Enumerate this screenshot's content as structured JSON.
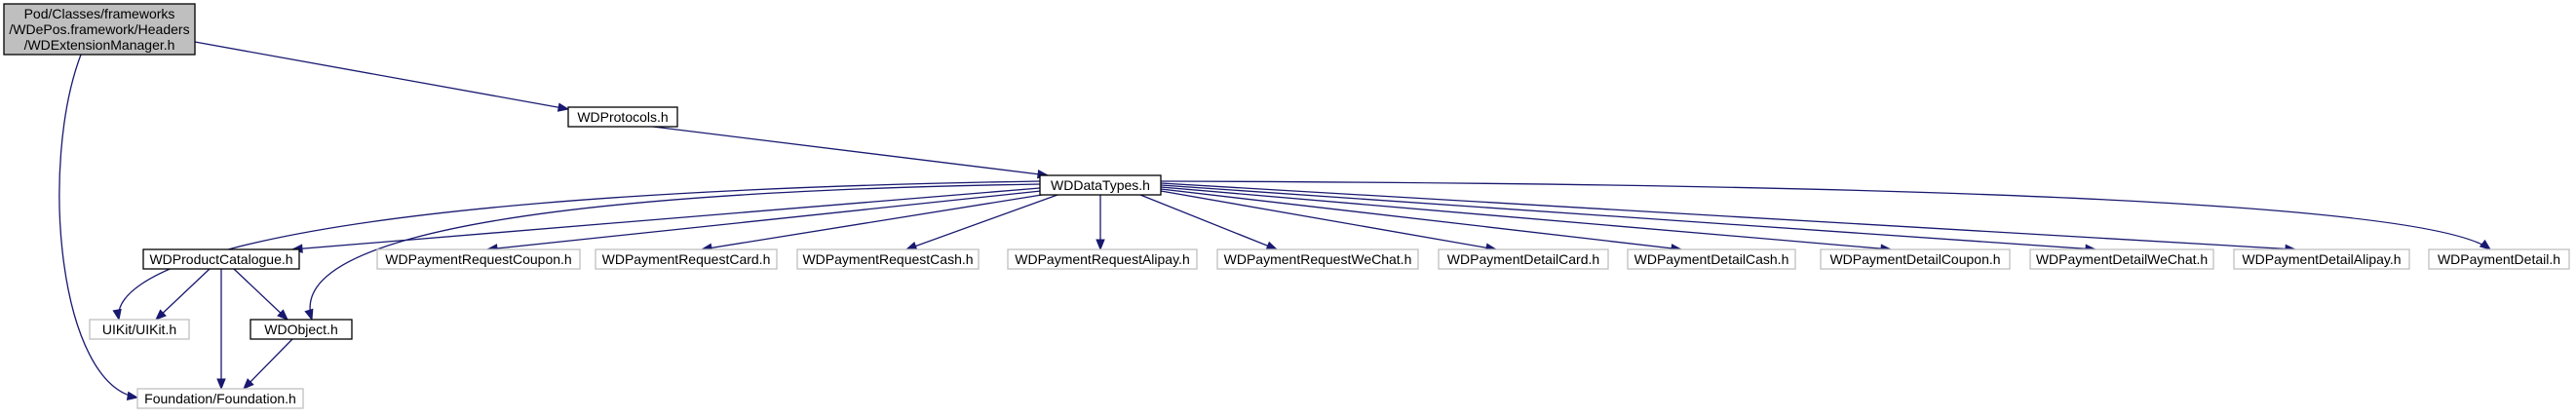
{
  "colors": {
    "edge": "#191970",
    "root_fill": "#bfbfbf",
    "root_border": "#000000",
    "documented_border": "#000000",
    "external_border": "#bfbfbf",
    "external_text": "#000000"
  },
  "graph": {
    "nodes": [
      {
        "id": "root",
        "kind": "root",
        "lines": [
          "Pod/Classes/frameworks",
          "/WDePos.framework/Headers",
          "/WDExtensionManager.h"
        ]
      },
      {
        "id": "protocols",
        "kind": "documented",
        "lines": [
          "WDProtocols.h"
        ]
      },
      {
        "id": "datatypes",
        "kind": "documented",
        "lines": [
          "WDDataTypes.h"
        ]
      },
      {
        "id": "catalogue",
        "kind": "documented",
        "lines": [
          "WDProductCatalogue.h"
        ]
      },
      {
        "id": "coupon",
        "kind": "external",
        "lines": [
          "WDPaymentRequestCoupon.h"
        ]
      },
      {
        "id": "card",
        "kind": "external",
        "lines": [
          "WDPaymentRequestCard.h"
        ]
      },
      {
        "id": "cash",
        "kind": "external",
        "lines": [
          "WDPaymentRequestCash.h"
        ]
      },
      {
        "id": "alipay",
        "kind": "external",
        "lines": [
          "WDPaymentRequestAlipay.h"
        ]
      },
      {
        "id": "wechat",
        "kind": "external",
        "lines": [
          "WDPaymentRequestWeChat.h"
        ]
      },
      {
        "id": "dcard",
        "kind": "external",
        "lines": [
          "WDPaymentDetailCard.h"
        ]
      },
      {
        "id": "dcash",
        "kind": "external",
        "lines": [
          "WDPaymentDetailCash.h"
        ]
      },
      {
        "id": "dcoupon",
        "kind": "external",
        "lines": [
          "WDPaymentDetailCoupon.h"
        ]
      },
      {
        "id": "dwechat",
        "kind": "external",
        "lines": [
          "WDPaymentDetailWeChat.h"
        ]
      },
      {
        "id": "dalipay",
        "kind": "external",
        "lines": [
          "WDPaymentDetailAlipay.h"
        ]
      },
      {
        "id": "detail",
        "kind": "external",
        "lines": [
          "WDPaymentDetail.h"
        ]
      },
      {
        "id": "uikit",
        "kind": "external",
        "lines": [
          "UIKit/UIKit.h"
        ]
      },
      {
        "id": "object",
        "kind": "documented",
        "lines": [
          "WDObject.h"
        ]
      },
      {
        "id": "foundation",
        "kind": "external",
        "lines": [
          "Foundation/Foundation.h"
        ]
      }
    ],
    "edges": [
      {
        "from": "root",
        "to": "protocols"
      },
      {
        "from": "root",
        "to": "foundation"
      },
      {
        "from": "protocols",
        "to": "datatypes"
      },
      {
        "from": "datatypes",
        "to": "catalogue"
      },
      {
        "from": "datatypes",
        "to": "coupon"
      },
      {
        "from": "datatypes",
        "to": "card"
      },
      {
        "from": "datatypes",
        "to": "cash"
      },
      {
        "from": "datatypes",
        "to": "alipay"
      },
      {
        "from": "datatypes",
        "to": "wechat"
      },
      {
        "from": "datatypes",
        "to": "dcard"
      },
      {
        "from": "datatypes",
        "to": "dcash"
      },
      {
        "from": "datatypes",
        "to": "dcoupon"
      },
      {
        "from": "datatypes",
        "to": "dwechat"
      },
      {
        "from": "datatypes",
        "to": "dalipay"
      },
      {
        "from": "datatypes",
        "to": "detail"
      },
      {
        "from": "datatypes",
        "to": "uikit"
      },
      {
        "from": "datatypes",
        "to": "object"
      },
      {
        "from": "catalogue",
        "to": "uikit"
      },
      {
        "from": "catalogue",
        "to": "object"
      },
      {
        "from": "catalogue",
        "to": "foundation"
      },
      {
        "from": "object",
        "to": "foundation"
      }
    ]
  }
}
